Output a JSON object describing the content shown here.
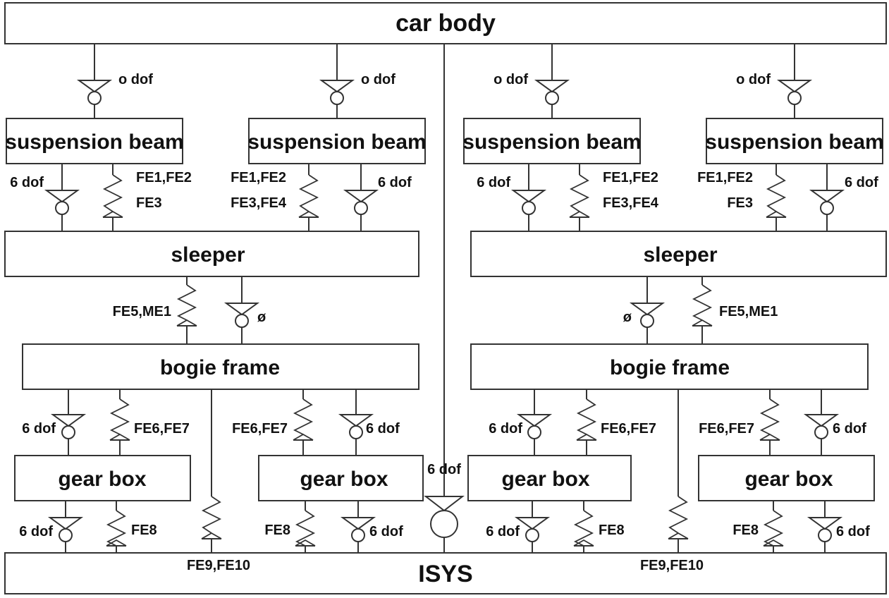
{
  "blocks": {
    "car_body": "car body",
    "suspension_beam": "suspension beam",
    "sleeper": "sleeper",
    "bogie_frame": "bogie frame",
    "gear_box": "gear box",
    "isys": "ISYS"
  },
  "labels": {
    "o_dof": "o dof",
    "six_dof": "6 dof",
    "phi": "ø",
    "fe1_fe2": "FE1,FE2",
    "fe3": "FE3",
    "fe3_fe4": "FE3,FE4",
    "fe5_me1": "FE5,ME1",
    "fe6_fe7": "FE6,FE7",
    "fe8": "FE8",
    "fe9_fe10": "FE9,FE10"
  }
}
